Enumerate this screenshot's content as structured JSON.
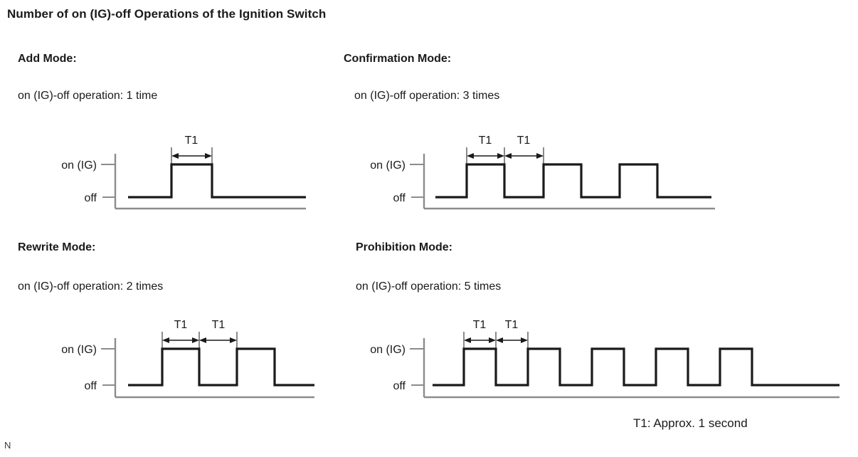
{
  "page": {
    "title": "Number of on (IG)-off Operations of the Ignition Switch",
    "footnote": "T1: Approx. 1 second",
    "stray_mark": "N",
    "bg_color": "#ffffff",
    "trace_color": "#1a1a1a",
    "axis_color": "#8c8c8c",
    "guide_color": "#6e6e6e"
  },
  "axis": {
    "on_label": "on (IG)",
    "off_label": "off",
    "t1_label": "T1"
  },
  "panels": [
    {
      "id": "add-mode",
      "heading": "Add Mode:",
      "subtitle": "on (IG)-off operation: 1 time",
      "operations": 1,
      "t1_markers": 1,
      "pulse_count": 1
    },
    {
      "id": "confirmation-mode",
      "heading": "Confirmation Mode:",
      "subtitle": "on (IG)-off operation: 3 times",
      "operations": 3,
      "t1_markers": 2,
      "pulse_count": 3
    },
    {
      "id": "rewrite-mode",
      "heading": "Rewrite Mode:",
      "subtitle": "on (IG)-off operation: 2 times",
      "operations": 2,
      "t1_markers": 2,
      "pulse_count": 2
    },
    {
      "id": "prohibition-mode",
      "heading": "Prohibition Mode:",
      "subtitle": "on (IG)-off operation: 5 times",
      "operations": 5,
      "t1_markers": 2,
      "pulse_count": 5
    }
  ],
  "chart_data": {
    "type": "line",
    "title": "Number of on (IG)-off Operations of the Ignition Switch",
    "xlabel": "",
    "ylabel": "",
    "y_levels": [
      "off",
      "on (IG)"
    ],
    "annotation": "T1: Approx. 1 second",
    "series": [
      {
        "name": "Add Mode",
        "operations": 1,
        "description": "on (IG)-off operation: 1 time",
        "waveform": [
          0,
          1,
          0
        ]
      },
      {
        "name": "Confirmation Mode",
        "operations": 3,
        "description": "on (IG)-off operation: 3 times",
        "waveform": [
          0,
          1,
          0,
          1,
          0,
          1,
          0
        ]
      },
      {
        "name": "Rewrite Mode",
        "operations": 2,
        "description": "on (IG)-off operation: 2 times",
        "waveform": [
          0,
          1,
          0,
          1,
          0
        ]
      },
      {
        "name": "Prohibition Mode",
        "operations": 5,
        "description": "on (IG)-off operation: 5 times",
        "waveform": [
          0,
          1,
          0,
          1,
          0,
          1,
          0,
          1,
          0,
          1,
          0
        ]
      }
    ]
  }
}
